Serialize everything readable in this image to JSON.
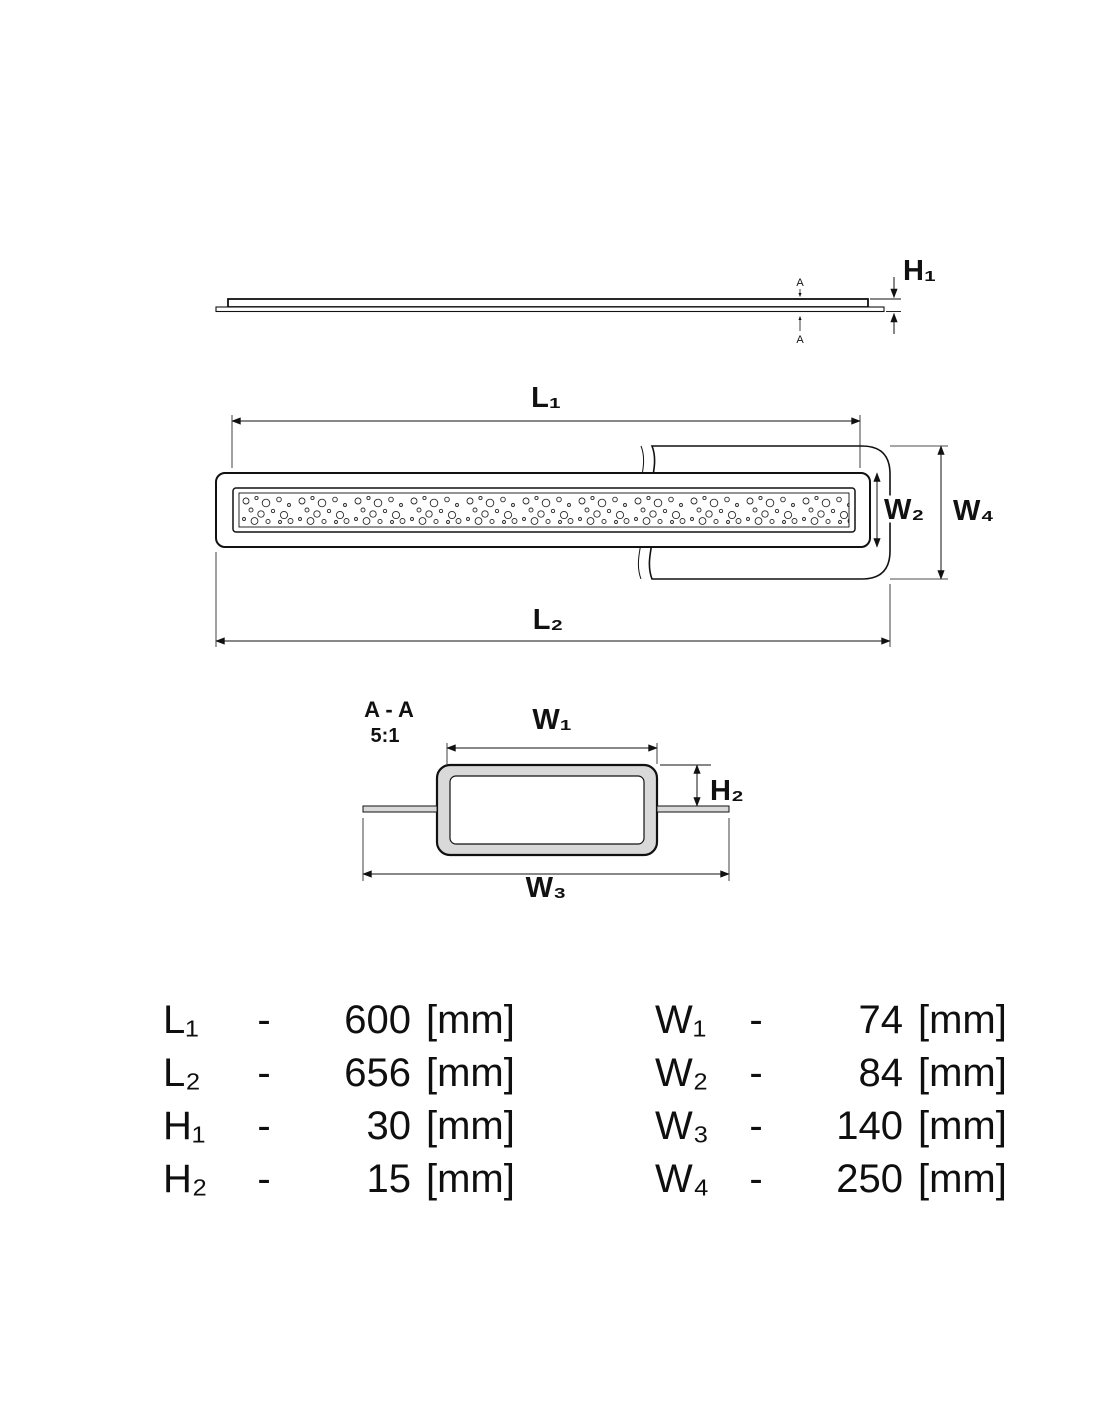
{
  "colors": {
    "ink": "#111111",
    "background": "#ffffff"
  },
  "drawing": {
    "side_view": {
      "h1": "H₁",
      "section_mark_top": "A",
      "section_mark_bottom": "A"
    },
    "top_view": {
      "l1": "L₁",
      "l2": "L₂",
      "w2": "W₂",
      "w4": "W₄"
    },
    "section_view": {
      "title": "A - A",
      "scale": "5:1",
      "w1": "W₁",
      "h2": "H₂",
      "w3": "W₃"
    }
  },
  "dimension_table": {
    "left_rows": [
      {
        "label": "L₁",
        "dash": "-",
        "value": "600",
        "unit": "[mm]"
      },
      {
        "label": "L₂",
        "dash": "-",
        "value": "656",
        "unit": "[mm]"
      },
      {
        "label": "H₁",
        "dash": "-",
        "value": "30",
        "unit": "[mm]"
      },
      {
        "label": "H₂",
        "dash": "-",
        "value": "15",
        "unit": "[mm]"
      }
    ],
    "right_rows": [
      {
        "label": "W₁",
        "dash": "-",
        "value": "74",
        "unit": "[mm]"
      },
      {
        "label": "W₂",
        "dash": "-",
        "value": "84",
        "unit": "[mm]"
      },
      {
        "label": "W₃",
        "dash": "-",
        "value": "140",
        "unit": "[mm]"
      },
      {
        "label": "W₄",
        "dash": "-",
        "value": "250",
        "unit": "[mm]"
      }
    ]
  }
}
